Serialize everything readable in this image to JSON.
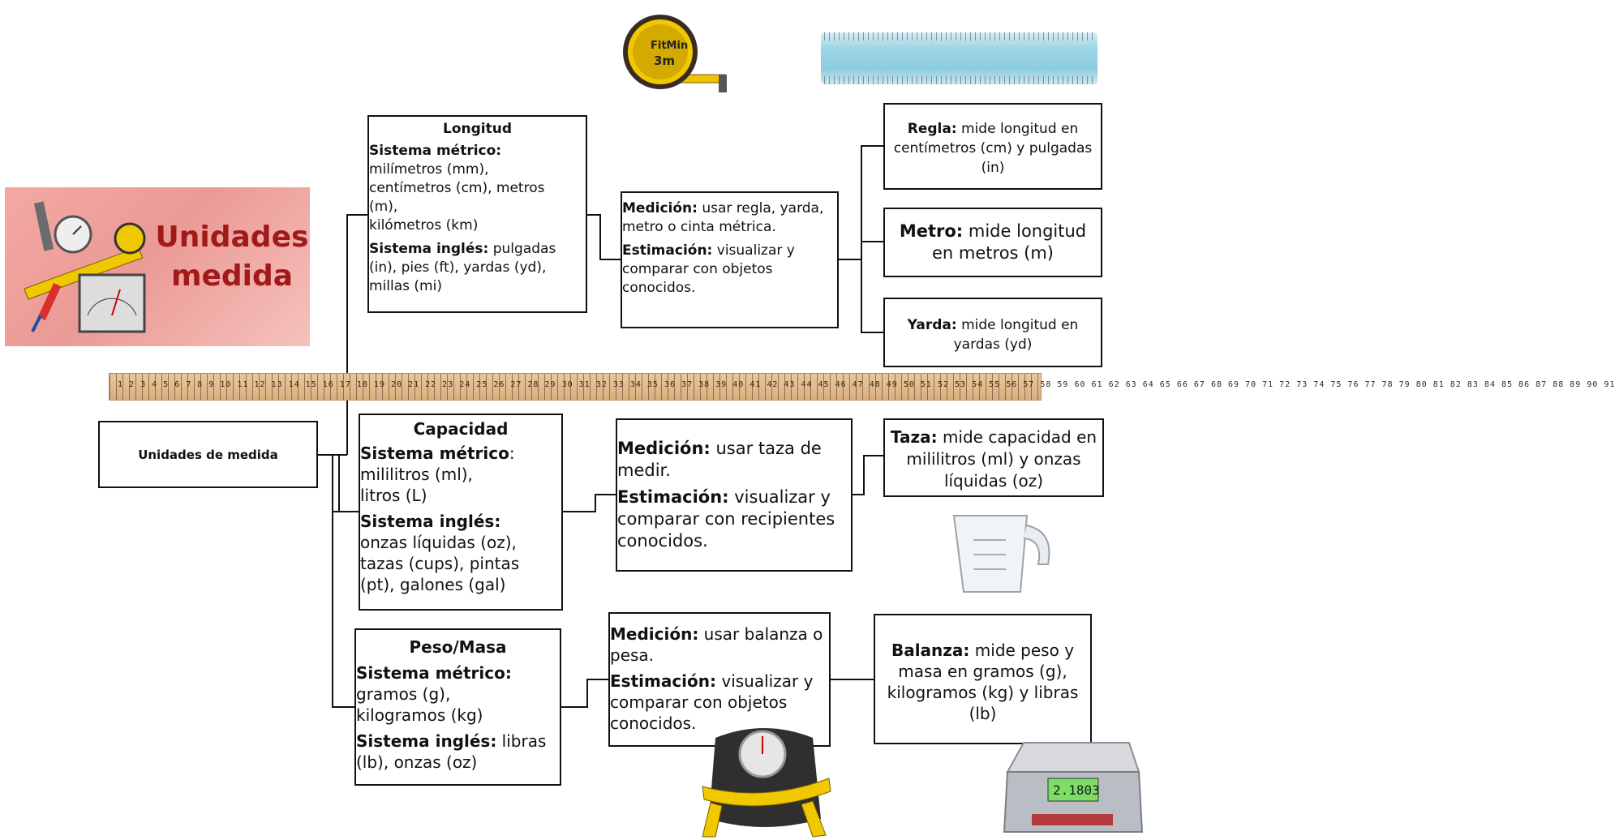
{
  "banner": {
    "line1": "Unidades",
    "line2": "medida"
  },
  "root": {
    "label": "Unidades de medida"
  },
  "longitud": {
    "title": "Longitud",
    "metric_label": "Sistema métrico:",
    "metric_lines": [
      "milímetros (mm),",
      "centímetros (cm), metros",
      "(m),",
      "kilómetros (km)"
    ],
    "english_label": "Sistema inglés:",
    "english_text": " pulgadas (in), pies (ft), yardas (yd), millas (mi)"
  },
  "longitud_medicion": {
    "label": "Medición:",
    "text": " usar regla, yarda, metro o cinta métrica.",
    "est_label": "Estimación:",
    "est_text": " visualizar y comparar con objetos conocidos."
  },
  "regla": {
    "label": "Regla:",
    "text": " mide longitud en centímetros (cm) y pulgadas (in)"
  },
  "metro": {
    "label": "Metro:",
    "text": " mide longitud en metros (m)"
  },
  "yarda": {
    "label": "Yarda:",
    "text": " mide longitud en yardas (yd)"
  },
  "capacidad": {
    "title": "Capacidad",
    "metric_label": "Sistema métrico",
    "metric_colon": ":",
    "metric_lines": [
      "mililitros (ml),",
      "litros (L)"
    ],
    "english_label": "Sistema inglés:",
    "english_lines": [
      "onzas líquidas (oz),",
      "tazas (cups), pintas",
      "(pt), galones (gal)"
    ]
  },
  "capacidad_medicion": {
    "label": "Medición:",
    "text": " usar taza de medir.",
    "est_label": "Estimación:",
    "est_text": " visualizar y comparar con recipientes conocidos."
  },
  "taza": {
    "label": "Taza:",
    "text": " mide capacidad en mililitros (ml) y onzas líquidas (oz)"
  },
  "peso": {
    "title": "Peso/Masa",
    "metric_label": "Sistema métrico:",
    "metric_lines": [
      "gramos (g),",
      "kilogramos (kg)"
    ],
    "english_label": "Sistema inglés:",
    "english_text": "  libras (lb), onzas (oz)"
  },
  "peso_medicion": {
    "label": "Medición:",
    "text": " usar balanza o pesa.",
    "est_label": "Estimación:",
    "est_text": " visualizar y comparar con objetos conocidos."
  },
  "balanza": {
    "label": "Balanza:",
    "text": " mide peso y masa en gramos (g), kilogramos (kg) y libras (lb)"
  },
  "tape": {
    "brand": "FitMin",
    "size": "3m"
  },
  "scale": {
    "display": "2.1803"
  },
  "ruler": {
    "numbers": "1 2 3 4 5 6 7 8 9 10 11 12 13 14 15 16 17 18 19 20 21 22 23 24 25 26 27 28 29 30 31 32 33 34 35 36 37 38 39 40 41 42 43 44 45 46 47 48 49 50 51 52 53 54 55 56 57 58 59 60 61 62 63 64 65 66 67 68 69 70 71 72 73 74 75 76 77 78 79 80 81 82 83 84 85 86 87 88 89 90 91"
  }
}
